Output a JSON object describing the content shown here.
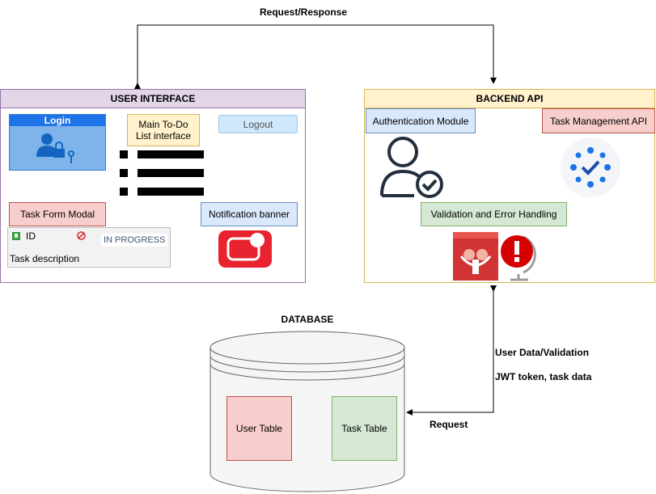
{
  "connectors": {
    "top_label": "Request/Response",
    "user_data_label": "User Data/Validation",
    "jwt_label": "JWT token, task data",
    "request_label": "Request"
  },
  "user_interface": {
    "title": "USER INTERFACE",
    "login_label": "Login",
    "main_todo_label": "Main To-Do List interface",
    "logout_label": "Logout",
    "task_form_label": "Task Form Modal",
    "task_card": {
      "id_label": "ID",
      "status_label": "IN PROGRESS",
      "description_label": "Task description"
    },
    "notification_label": "Notification banner"
  },
  "backend_api": {
    "title": "BACKEND API",
    "auth_module_label": "Authentication Module",
    "task_mgmt_label": "Task Management API",
    "validation_label": "Validation and Error Handling"
  },
  "database": {
    "title": "DATABASE",
    "user_table_label": "User Table",
    "task_table_label": "Task Table"
  },
  "colors": {
    "ui_border": "#9673a6",
    "ui_header": "#e1d5e7",
    "api_border": "#d6b656",
    "api_header": "#fff2cc",
    "blue_box": "#dae8fc",
    "blue_border": "#6c8ebf",
    "red_box": "#f8cecc",
    "red_border": "#b85450",
    "green_box": "#d5e8d4",
    "green_border": "#82b366",
    "yellow_box": "#fff2cc"
  },
  "icons": [
    "login-user-lock-icon",
    "list-icon",
    "notification-icon",
    "user-check-icon",
    "task-api-icon",
    "firewall-icon",
    "error-globe-icon",
    "id-badge-icon",
    "blocked-icon"
  ]
}
